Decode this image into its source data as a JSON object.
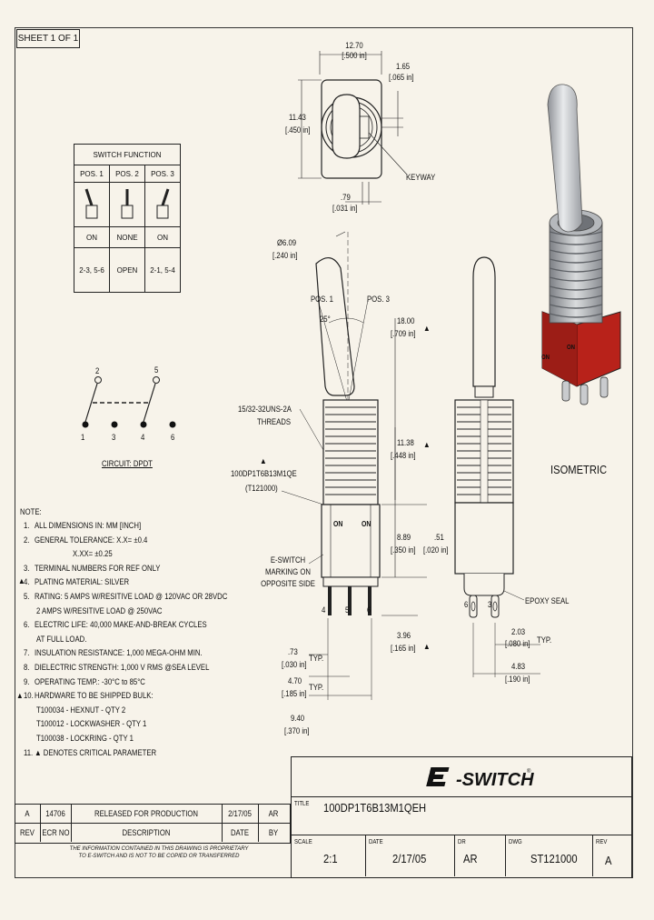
{
  "sheet": "SHEET 1 OF 1",
  "switch_function": {
    "title": "SWITCH FUNCTION",
    "positions": [
      "POS. 1",
      "POS. 2",
      "POS. 3"
    ],
    "states": [
      "ON",
      "NONE",
      "ON"
    ],
    "connections": [
      "2-3, 5-6",
      "OPEN",
      "2-1, 5-4"
    ]
  },
  "circuit": {
    "label": "CIRCUIT: DPDT",
    "terminals_top": [
      "2",
      "5"
    ],
    "terminals_bottom": [
      "1",
      "3",
      "4",
      "6"
    ]
  },
  "dimensions": {
    "top_width": "12.70",
    "top_width_in": "[.500 in]",
    "top_small": "1.65",
    "top_small_in": "[.065 in]",
    "height": "11.43",
    "height_in": "[.450 in]",
    "keyway_w": ".79",
    "keyway_w_in": "[.031 in]",
    "keyway": "KEYWAY",
    "diameter": "Ø6.09",
    "diameter_in": "[.240 in]",
    "pos1": "POS. 1",
    "pos3": "POS. 3",
    "angle": "25°",
    "lever_len": "18.00",
    "lever_len_in": "[.709 in]",
    "thread": "15/32-32UNS-2A",
    "thread_label": "THREADS",
    "bushing": "11.38",
    "bushing_in": "[.448 in]",
    "part_mark": "100DP1T6B13M1QE",
    "part_mark2": "(T121000)",
    "on_left": "ON",
    "on_right": "ON",
    "body_h": "8.89",
    "body_h_in": "[.350 in]",
    "gap": ".51",
    "gap_in": "[.020 in]",
    "eswitch_mark": "E-SWITCH\nMARKING ON\nOPPOSITE SIDE",
    "term4": "4",
    "term5": "5",
    "term6": "6",
    "term6b": "6",
    "term3": "3",
    "epoxy": "EPOXY SEAL",
    "term_len": "3.96",
    "term_len_in": "[.165 in]",
    "pitch_a": ".73",
    "pitch_a_in": "[.030 in]",
    "typ": "TYP.",
    "pitch_b": "4.70",
    "pitch_b_in": "[.185 in]",
    "pitch_c": "9.40",
    "pitch_c_in": "[.370 in]",
    "side_a": "2.03",
    "side_a_in": "[.080 in]",
    "side_b": "4.83",
    "side_b_in": "[.190 in]",
    "isometric": "ISOMETRIC"
  },
  "notes": {
    "heading": "NOTE:",
    "items": [
      {
        "num": "1.",
        "text": "ALL DIMENSIONS IN: MM [INCH]"
      },
      {
        "num": "2.",
        "text": "GENERAL TOLERANCE:  X.X= ±0.4"
      },
      {
        "num": "",
        "text": "X.XX= ±0.25"
      },
      {
        "num": "3.",
        "text": "TERMINAL NUMBERS FOR REF ONLY"
      },
      {
        "num": "4.",
        "text": "PLATING MATERIAL: SILVER"
      },
      {
        "num": "5.",
        "text": "RATING: 5 AMPS W/RESITIVE LOAD @ 120VAC OR 28VDC"
      },
      {
        "num": "",
        "text": "2 AMPS W/RESITIVE LOAD @ 250VAC"
      },
      {
        "num": "6.",
        "text": "ELECTRIC LIFE: 40,000 MAKE-AND-BREAK CYCLES"
      },
      {
        "num": "",
        "text": "AT FULL LOAD."
      },
      {
        "num": "7.",
        "text": "INSULATION RESISTANCE: 1,000 MEGA-OHM MIN."
      },
      {
        "num": "8.",
        "text": "DIELECTRIC STRENGTH: 1,000 V RMS @SEA LEVEL"
      },
      {
        "num": "9.",
        "text": "OPERATING TEMP.: -30°C to 85°C"
      },
      {
        "num": "10.",
        "text": "HARDWARE TO BE SHIPPED BULK:"
      },
      {
        "num": "",
        "text": "T100034 - HEXNUT - QTY 2"
      },
      {
        "num": "",
        "text": "T100012 - LOCKWASHER - QTY 1"
      },
      {
        "num": "",
        "text": "T100038 - LOCKRING - QTY 1"
      },
      {
        "num": "11.",
        "text": "▲ DENOTES CRITICAL PARAMETER"
      }
    ]
  },
  "revision": {
    "rev": "A",
    "ecn": "14706",
    "description": "RELEASED FOR PRODUCTION",
    "date": "2/17/05",
    "by": "AR",
    "headers": [
      "REV",
      "ECR NO",
      "DESCRIPTION",
      "DATE",
      "BY"
    ],
    "confidential": "THE INFORMATION CONTAINED IN THIS DRAWING IS PROPRIETARY\nTO E-SWITCH AND IS NOT TO BE COPIED OR TRANSFERRED"
  },
  "title_block": {
    "logo": "E-SWITCH",
    "title_label": "TITLE",
    "title": "100DP1T6B13M1QEH",
    "scale_label": "SCALE",
    "scale": "2:1",
    "date_label": "DATE",
    "date": "2/17/05",
    "dr_label": "DR",
    "dr": "AR",
    "dwg_label": "DWG",
    "dwg": "ST121000",
    "rev_label": "REV",
    "rev": "A"
  },
  "colors": {
    "paper": "#f7f3ea",
    "line": "#222222",
    "body_red": "#b8221a",
    "metal": "#b9bcc0"
  }
}
